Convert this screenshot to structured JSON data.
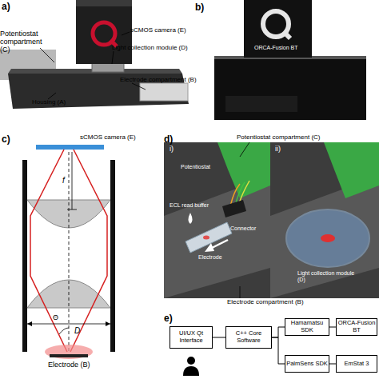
{
  "diagram": {
    "nodes": [
      {
        "text": [
          "UI/UX Qt Interface"
        ]
      },
      {
        "text": [
          "C++ Core Software"
        ]
      },
      {
        "text": [
          "Hamamatsu SDK"
        ]
      },
      {
        "text": [
          "ORCA-Fusion BT"
        ]
      },
      {
        "text": [
          "PalmSens SDK"
        ]
      },
      {
        "text": [
          "EmStat 3"
        ]
      }
    ],
    "edges": [
      {
        "from": 0,
        "to": 1,
        "arrow": "none"
      },
      {
        "from": 1,
        "to": 2,
        "arrow": "none"
      },
      {
        "from": 1,
        "to": 4,
        "arrow": "none"
      },
      {
        "from": 2,
        "to": 3,
        "arrow": "none"
      },
      {
        "from": 4,
        "to": 5,
        "arrow": "none"
      }
    ],
    "labels": [
      "a)",
      "Potentiostat compartment (C)",
      "sCMOS camera (E)",
      "Light collection module (D)",
      "Electrode compartment (B)",
      "Housing (A)",
      "b)",
      "ORCA-Fusion BT",
      "c)",
      "sCMOS camera (E)",
      "f",
      "Θ",
      "D",
      "Electrode (B)",
      "d)",
      "Potentiostat compartment (C)",
      "i)",
      "Potentiostat",
      "ECL read buffer",
      "Connector",
      "Electrode",
      "ii)",
      "Light collection module (D)",
      "Electrode compartment (B)",
      "e)"
    ]
  }
}
